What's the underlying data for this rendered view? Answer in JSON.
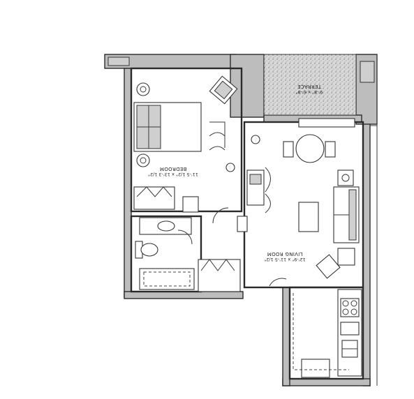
{
  "floor_plan": {
    "rooms": {
      "bedroom": {
        "label": "BEDROOM",
        "dimensions": "11'-5 1/2\" x 13'-3 1/2\""
      },
      "living_room": {
        "label": "LIVING ROOM",
        "dimensions": "12'-9\" x 11'-5 1/2\""
      },
      "terrace": {
        "label": "TERRACE",
        "dimensions": "9'-8\" x 6'-8\""
      }
    },
    "orientation": "rotated 180°",
    "colors": {
      "line": "#2a2a2a",
      "wall_fill": "#bdbdbd",
      "background": "#ffffff"
    }
  }
}
